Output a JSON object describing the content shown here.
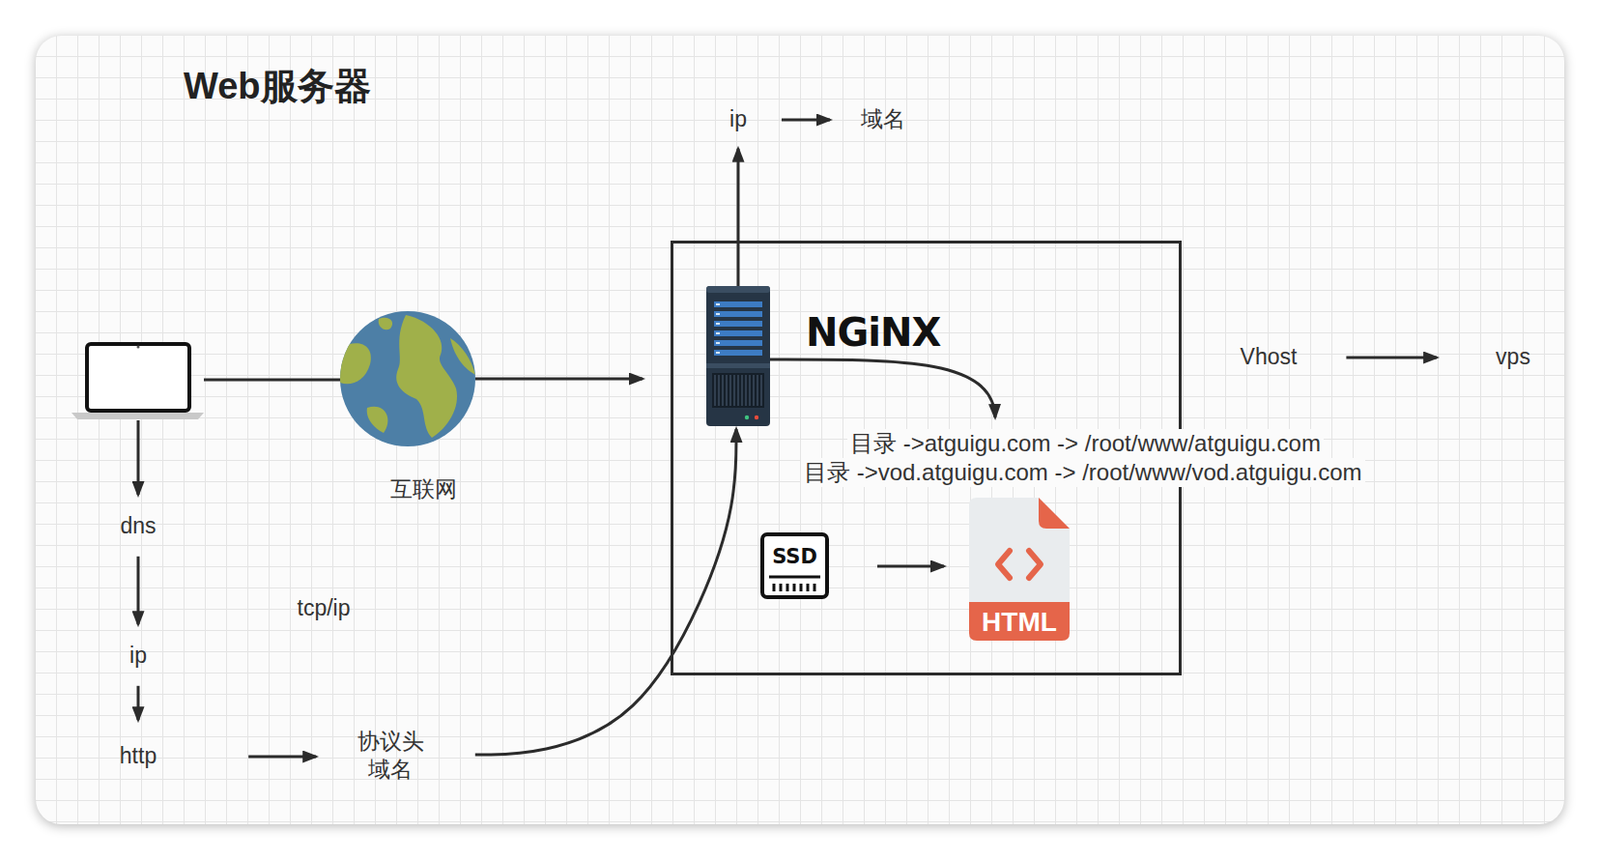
{
  "diagram": {
    "title": "Web服务器",
    "nodes": [
      {
        "text": [
          "ip"
        ]
      },
      {
        "text": [
          "域名"
        ]
      },
      {
        "text": [
          "互联网"
        ]
      },
      {
        "text": [
          "目录 ->atguigu.com -> /root/www/atguigu.com",
          "目录 ->vod.atguigu.com -> /root/www/vod.atguigu.com"
        ]
      },
      {
        "text": [
          "NGiNX"
        ],
        "in": 3
      },
      {
        "text": [
          "SSD"
        ],
        "in": 3
      },
      {
        "text": [
          "HTML"
        ],
        "in": 3
      },
      {
        "text": [
          "Vhost"
        ]
      },
      {
        "text": [
          "vps"
        ]
      },
      {
        "text": [
          "dns"
        ]
      },
      {
        "text": [
          "ip"
        ]
      },
      {
        "text": [
          "http"
        ]
      },
      {
        "text": [
          "协议头 域名"
        ]
      }
    ],
    "edges": [
      {
        "from": 4,
        "to": 0,
        "arrow": "to"
      },
      {
        "from": 0,
        "to": 1,
        "arrow": "to"
      },
      {
        "from": 2,
        "to": 3,
        "arrow": "to"
      },
      {
        "from": 5,
        "to": 6,
        "arrow": "to"
      },
      {
        "from": 7,
        "to": 8,
        "arrow": "to"
      },
      {
        "from": 9,
        "to": 10,
        "arrow": "to"
      },
      {
        "from": 10,
        "to": 11,
        "arrow": "to"
      },
      {
        "from": 11,
        "to": 12,
        "arrow": "to"
      },
      {
        "from": 12,
        "to": 4,
        "arrow": "to"
      }
    ],
    "labels": [
      "tcp/ip"
    ]
  }
}
